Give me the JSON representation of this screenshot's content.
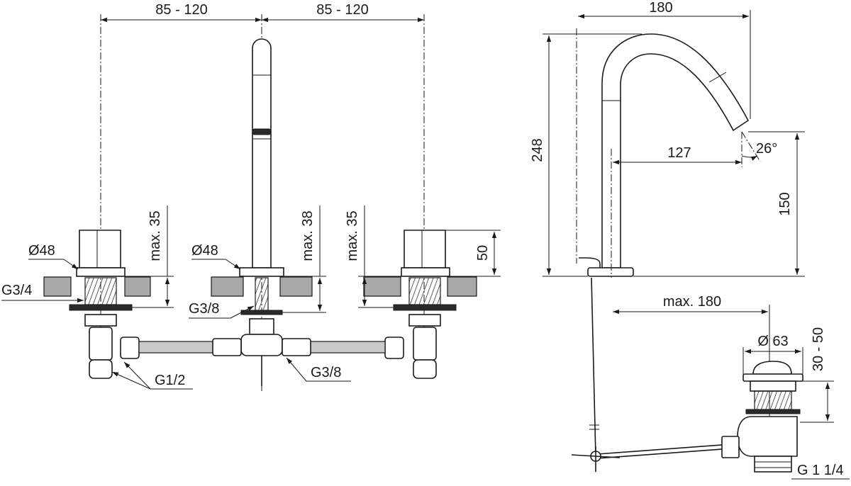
{
  "front_view": {
    "spacing_left": "85 - 120",
    "spacing_right": "85 - 120",
    "diameter_left": "Ø48",
    "diameter_center": "Ø48",
    "thread_left": "G3/4",
    "thread_center": "G3/8",
    "thread_connector": "G3/8",
    "thread_inlet": "G1/2",
    "max_left": "max. 35",
    "max_center": "max. 38",
    "max_right": "max. 35",
    "handle_height": "50"
  },
  "side_view": {
    "projection": "180",
    "height": "248",
    "reach": "127",
    "angle": "26°",
    "outlet_height": "150",
    "rod_reach": "max. 180"
  },
  "waste": {
    "diameter": "Ø 63",
    "height": "30 - 50",
    "thread": "G 1 1/4"
  }
}
